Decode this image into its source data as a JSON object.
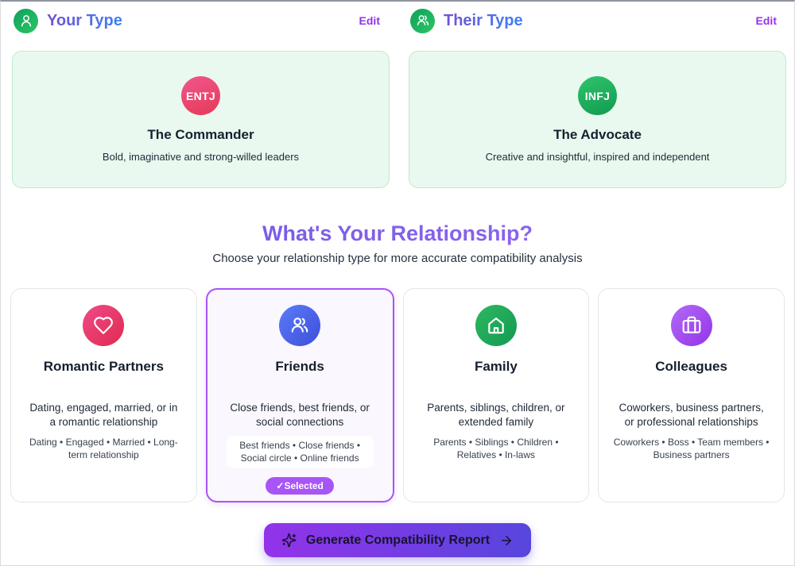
{
  "header": {
    "your": {
      "title": "Your Type",
      "edit_label": "Edit"
    },
    "their": {
      "title": "Their Type",
      "edit_label": "Edit"
    }
  },
  "type_cards": [
    {
      "code": "ENTJ",
      "name": "The Commander",
      "description": "Bold, imaginative and strong-willed leaders"
    },
    {
      "code": "INFJ",
      "name": "The Advocate",
      "description": "Creative and insightful, inspired and independent"
    }
  ],
  "relationship": {
    "title": "What's Your Relationship?",
    "subtitle": "Choose your relationship type for more accurate compatibility analysis",
    "cards": [
      {
        "title": "Romantic Partners",
        "icon": "heart-icon",
        "description": "Dating, engaged, married, or in a romantic relationship",
        "tags": "Dating • Engaged • Married • Long-term relationship",
        "selected": false
      },
      {
        "title": "Friends",
        "icon": "users-icon",
        "description": "Close friends, best friends, or social connections",
        "tags": "Best friends • Close friends • Social circle • Online friends",
        "selected": true,
        "selected_label": "✓Selected"
      },
      {
        "title": "Family",
        "icon": "home-icon",
        "description": "Parents, siblings, children, or extended family",
        "tags": "Parents • Siblings • Children • Relatives • In-laws",
        "selected": false
      },
      {
        "title": "Colleagues",
        "icon": "briefcase-icon",
        "description": "Coworkers, business partners, or professional relationships",
        "tags": "Coworkers • Boss • Team members • Business partners",
        "selected": false
      }
    ]
  },
  "footer": {
    "generate_label": "Generate Compatibility Report"
  },
  "colors": {
    "accent_purple": "#9333ea",
    "accent_indigo": "#5746dd",
    "green_circle": "#0ea15c",
    "mint_card_bg": "#e9f9ef",
    "mint_card_border": "#bdebcd",
    "pink_badge": "#e63a57",
    "green_badge": "#129a50",
    "blue_circle": "#3d4ed8",
    "selected_border": "#a855f7",
    "selected_bg": "#faf7fe"
  }
}
